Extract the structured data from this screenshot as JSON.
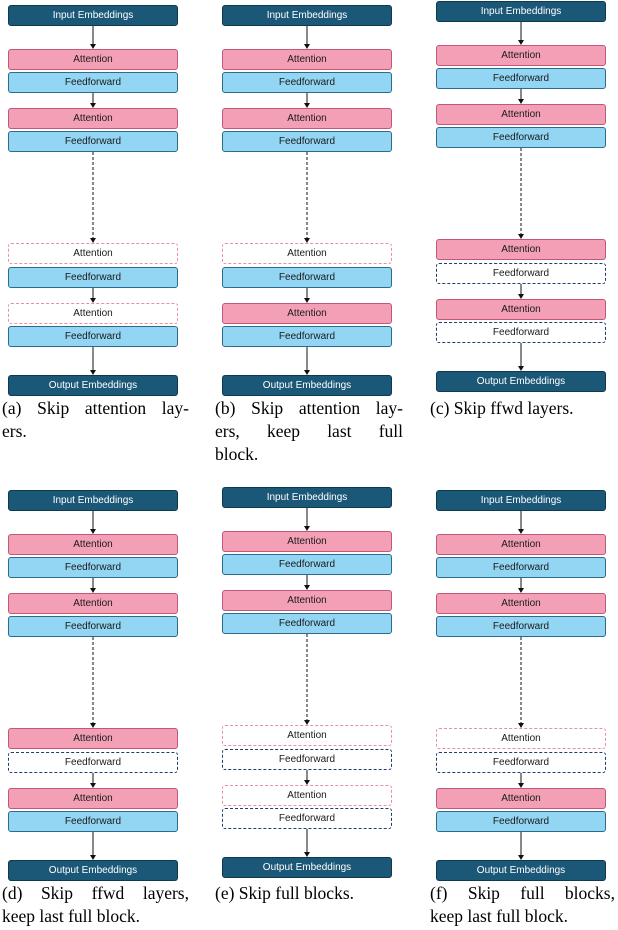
{
  "labels": {
    "input": "Input Embeddings",
    "attention": "Attention",
    "feedforward": "Feedforward",
    "output": "Output Embeddings"
  },
  "colors": {
    "embedding": "#1b5877",
    "attention": "#f3a0b6",
    "feedforward": "#93d6f4",
    "attention_skipped_border": "#e78fa9",
    "feedforward_skipped_border": "#1c3d6e"
  },
  "panels": [
    {
      "id": "a",
      "caption_lines": [
        "(a) Skip attention lay-",
        "ers."
      ],
      "bottom_blocks": [
        {
          "attention": "skipped",
          "feedforward": "kept"
        },
        {
          "attention": "skipped",
          "feedforward": "kept"
        }
      ]
    },
    {
      "id": "b",
      "caption_lines": [
        "(b) Skip attention lay-",
        "ers, keep last full",
        "block."
      ],
      "bottom_blocks": [
        {
          "attention": "skipped",
          "feedforward": "kept"
        },
        {
          "attention": "kept",
          "feedforward": "kept"
        }
      ]
    },
    {
      "id": "c",
      "caption_lines": [
        "(c) Skip ffwd layers."
      ],
      "bottom_blocks": [
        {
          "attention": "kept",
          "feedforward": "skipped"
        },
        {
          "attention": "kept",
          "feedforward": "skipped"
        }
      ]
    },
    {
      "id": "d",
      "caption_lines": [
        "(d) Skip ffwd layers,",
        "keep last full block."
      ],
      "bottom_blocks": [
        {
          "attention": "kept",
          "feedforward": "skipped"
        },
        {
          "attention": "kept",
          "feedforward": "kept"
        }
      ]
    },
    {
      "id": "e",
      "caption_lines": [
        "(e) Skip full blocks."
      ],
      "bottom_blocks": [
        {
          "attention": "skipped",
          "feedforward": "skipped"
        },
        {
          "attention": "skipped",
          "feedforward": "skipped"
        }
      ]
    },
    {
      "id": "f",
      "caption_lines": [
        "(f) Skip full blocks,",
        "keep last full block."
      ],
      "bottom_blocks": [
        {
          "attention": "skipped",
          "feedforward": "skipped"
        },
        {
          "attention": "kept",
          "feedforward": "kept"
        }
      ]
    }
  ]
}
